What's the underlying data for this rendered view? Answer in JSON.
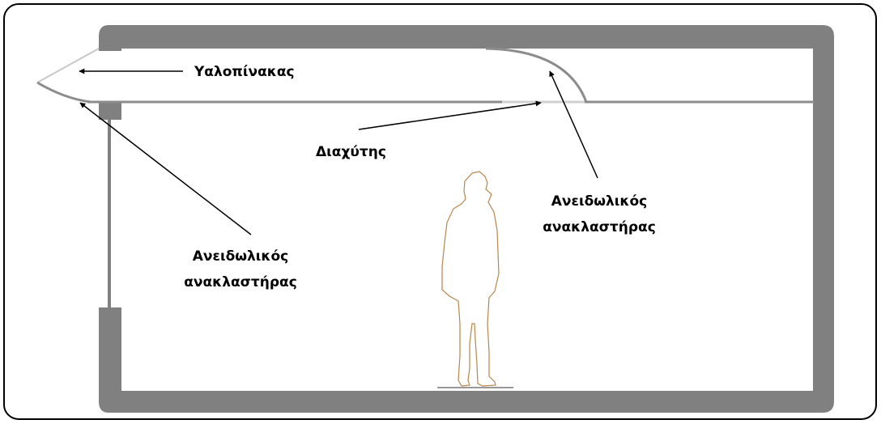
{
  "labels": {
    "glass_panel": "Υαλοπίνακας",
    "diffuser": "Διαχύτης",
    "specular_reflector_left": [
      "Ανειδωλικός",
      "ανακλαστήρας"
    ],
    "specular_reflector_right": [
      "Ανειδωλικός",
      "ανακλαστήρας"
    ]
  },
  "colors": {
    "frame_border": "#000000",
    "wall": "#808080",
    "glass": "#c8c8c8",
    "reflector": "#8c8c8c",
    "person_outline": "#b8864e",
    "arrow": "#000000"
  }
}
